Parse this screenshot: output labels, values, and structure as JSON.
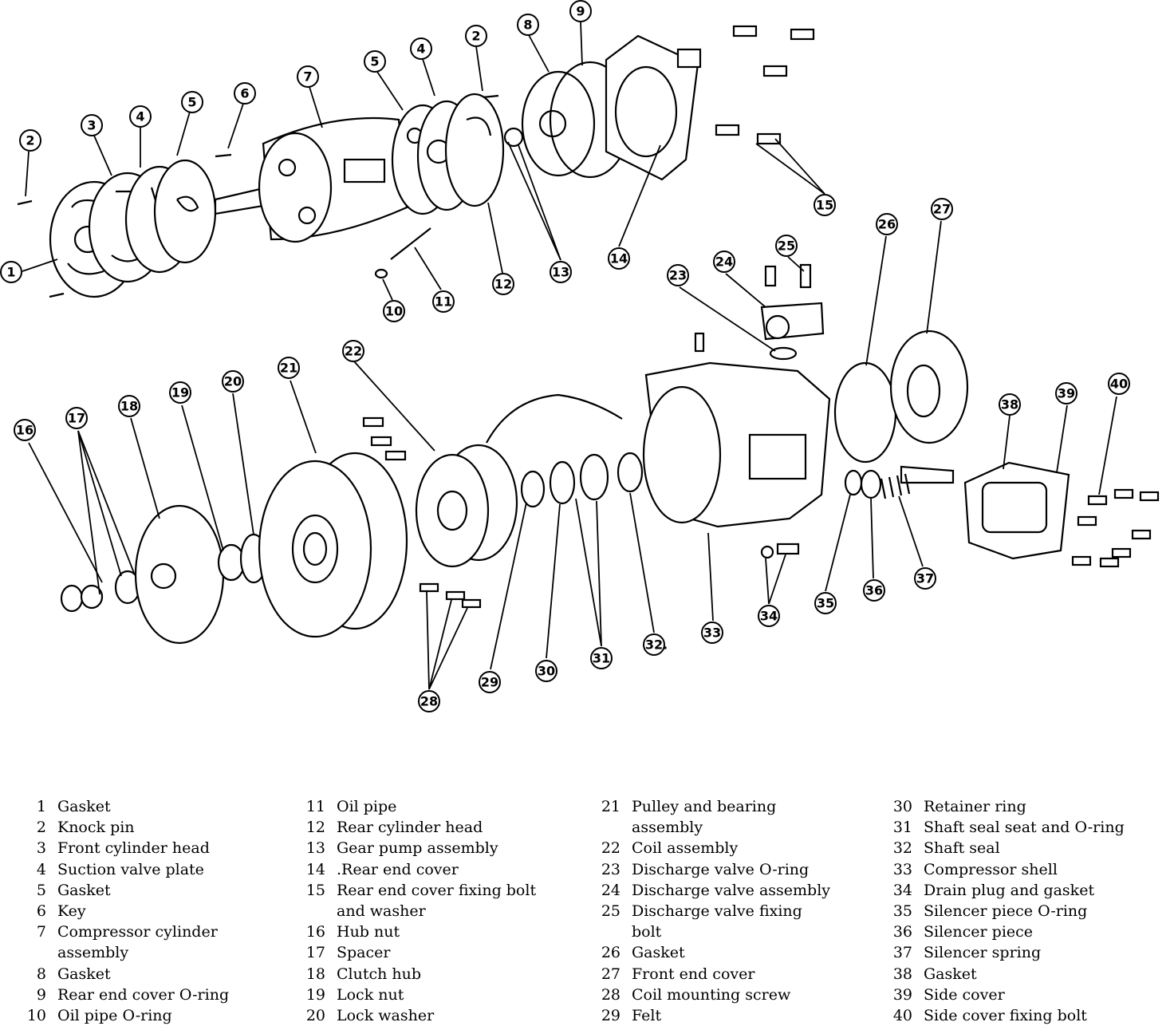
{
  "callouts": [
    "1",
    "2",
    "3",
    "4",
    "5",
    "6",
    "7",
    "5",
    "4",
    "2",
    "8",
    "9",
    "10",
    "11",
    "12",
    "13",
    "14",
    "15",
    "16",
    "17",
    "18",
    "19",
    "20",
    "21",
    "22",
    "23",
    "24",
    "25",
    "26",
    "27",
    "28",
    "29",
    "30",
    "31",
    "32.",
    "33",
    "34",
    "35",
    "36",
    "37",
    "38",
    "39",
    "40"
  ],
  "legend": [
    {
      "num": "1",
      "label": "Gasket"
    },
    {
      "num": "2",
      "label": "Knock pin"
    },
    {
      "num": "3",
      "label": "Front cylinder head"
    },
    {
      "num": "4",
      "label": "Suction valve plate"
    },
    {
      "num": "5",
      "label": "Gasket"
    },
    {
      "num": "6",
      "label": "Key"
    },
    {
      "num": "7",
      "label": "Compressor cylinder",
      "cont": "assembly"
    },
    {
      "num": "8",
      "label": "Gasket"
    },
    {
      "num": "9",
      "label": "Rear end cover O-ring"
    },
    {
      "num": "10",
      "label": "Oil pipe O-ring"
    },
    {
      "num": "11",
      "label": "Oil pipe"
    },
    {
      "num": "12",
      "label": "Rear cylinder head"
    },
    {
      "num": "13",
      "label": "Gear pump assembly"
    },
    {
      "num": "14",
      "label": ".Rear end cover"
    },
    {
      "num": "15",
      "label": "Rear end cover fixing bolt",
      "cont": "and washer"
    },
    {
      "num": "16",
      "label": "Hub nut"
    },
    {
      "num": "17",
      "label": "Spacer"
    },
    {
      "num": "18",
      "label": "Clutch hub"
    },
    {
      "num": "19",
      "label": "Lock nut"
    },
    {
      "num": "20",
      "label": "Lock washer"
    },
    {
      "num": "21",
      "label": "Pulley and bearing",
      "cont": "assembly"
    },
    {
      "num": "22",
      "label": "Coil assembly"
    },
    {
      "num": "23",
      "label": "Discharge valve O-ring"
    },
    {
      "num": "24",
      "label": "Discharge valve assembly"
    },
    {
      "num": "25",
      "label": "Discharge valve fixing",
      "cont": "bolt"
    },
    {
      "num": "26",
      "label": "Gasket"
    },
    {
      "num": "27",
      "label": "Front end cover"
    },
    {
      "num": "28",
      "label": "Coil mounting screw"
    },
    {
      "num": "29",
      "label": "Felt"
    },
    {
      "num": "30",
      "label": "Retainer ring"
    },
    {
      "num": "31",
      "label": "Shaft seal seat and O-ring"
    },
    {
      "num": "32",
      "label": "Shaft seal"
    },
    {
      "num": "33",
      "label": "Compressor shell"
    },
    {
      "num": "34",
      "label": "Drain plug and gasket"
    },
    {
      "num": "35",
      "label": "Silencer piece O-ring"
    },
    {
      "num": "36",
      "label": "Silencer piece"
    },
    {
      "num": "37",
      "label": "Silencer spring"
    },
    {
      "num": "38",
      "label": "Gasket"
    },
    {
      "num": "39",
      "label": "Side cover"
    },
    {
      "num": "40",
      "label": "Side cover fixing bolt"
    }
  ]
}
